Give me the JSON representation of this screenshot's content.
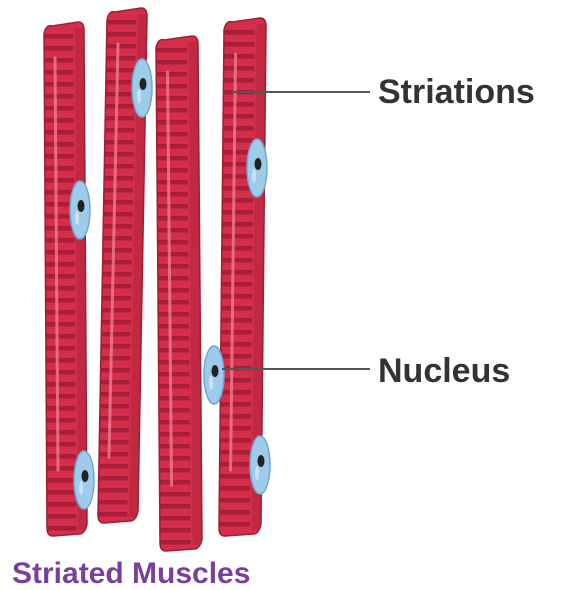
{
  "labels": {
    "striations": "Striations",
    "nucleus": "Nucleus",
    "caption": "Striated Muscles"
  },
  "colors": {
    "fiber": "#d42e4a",
    "fiber_dark": "#9e1f33",
    "striation": "#a31c35",
    "highlight": "#f07c8f",
    "nucleus": "#9fcbea",
    "nucleus_edge": "#6fa7d4",
    "nucleolus": "#222222",
    "callout_text": "#333333",
    "caption_text": "#7a3f9d"
  },
  "fibers": [
    {
      "name": "fiber-1",
      "nuclei": 2
    },
    {
      "name": "fiber-2",
      "nuclei": 1
    },
    {
      "name": "fiber-3",
      "nuclei": 0
    },
    {
      "name": "fiber-4",
      "nuclei": 3
    }
  ]
}
